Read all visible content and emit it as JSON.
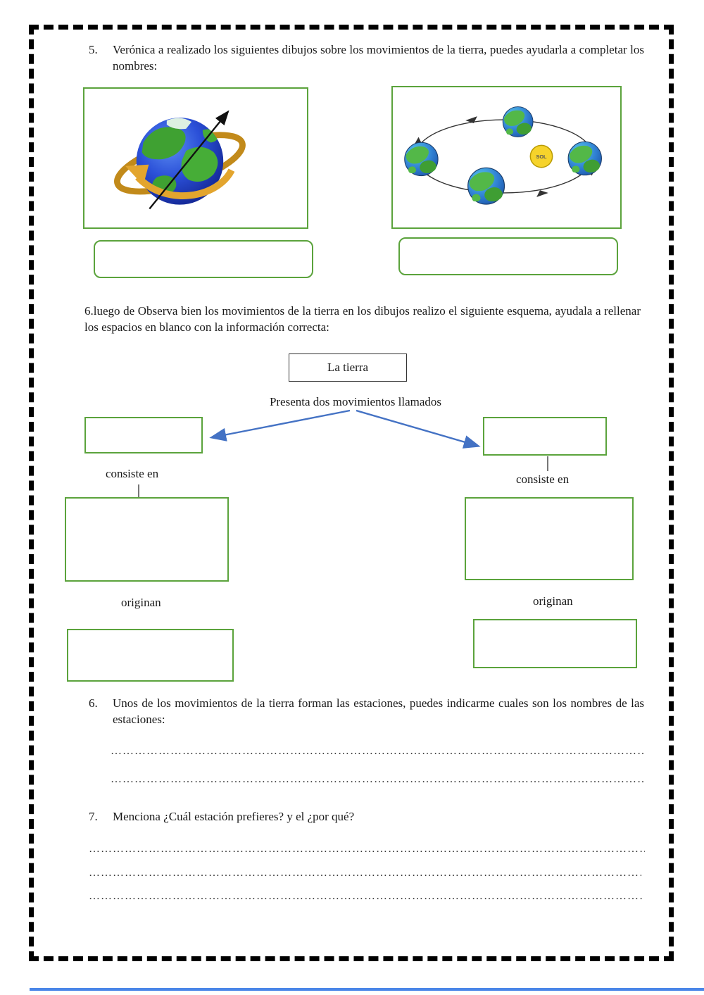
{
  "colors": {
    "box_green": "#5ba33c",
    "arrow_blue": "#4472c4",
    "bottom_line_blue": "#4a86e8",
    "sun_yellow": "#f6d32b",
    "earth_blue": "#2f7fd2"
  },
  "q5": {
    "number": "5.",
    "text": "Verónica a realizado los siguientes dibujos sobre los movimientos de la tierra, puedes ayudarla a completar los nombres:"
  },
  "q6_intro": {
    "text": "6.luego de Observa bien los movimientos de la tierra en los dibujos realizo el siguiente esquema, ayudala a rellenar los espacios en blanco con la información correcta:"
  },
  "diagram": {
    "root_label": "La tierra",
    "subtitle": "Presenta dos movimientos llamados",
    "left_branch": {
      "consiste": "consiste en",
      "originan": "originan"
    },
    "right_branch": {
      "consiste": "consiste en",
      "originan": "originan"
    },
    "sun_label": "SOL"
  },
  "q6b": {
    "number": "6.",
    "text": "Unos de los movimientos de la tierra forman las estaciones, puedes indicarme cuales son los nombres de las estaciones:"
  },
  "q7": {
    "number": "7.",
    "text": "Menciona ¿Cuál estación prefieres? y el ¿por qué?"
  },
  "answer_dots": "……………………………………………………………………………………………………………………………………………………"
}
